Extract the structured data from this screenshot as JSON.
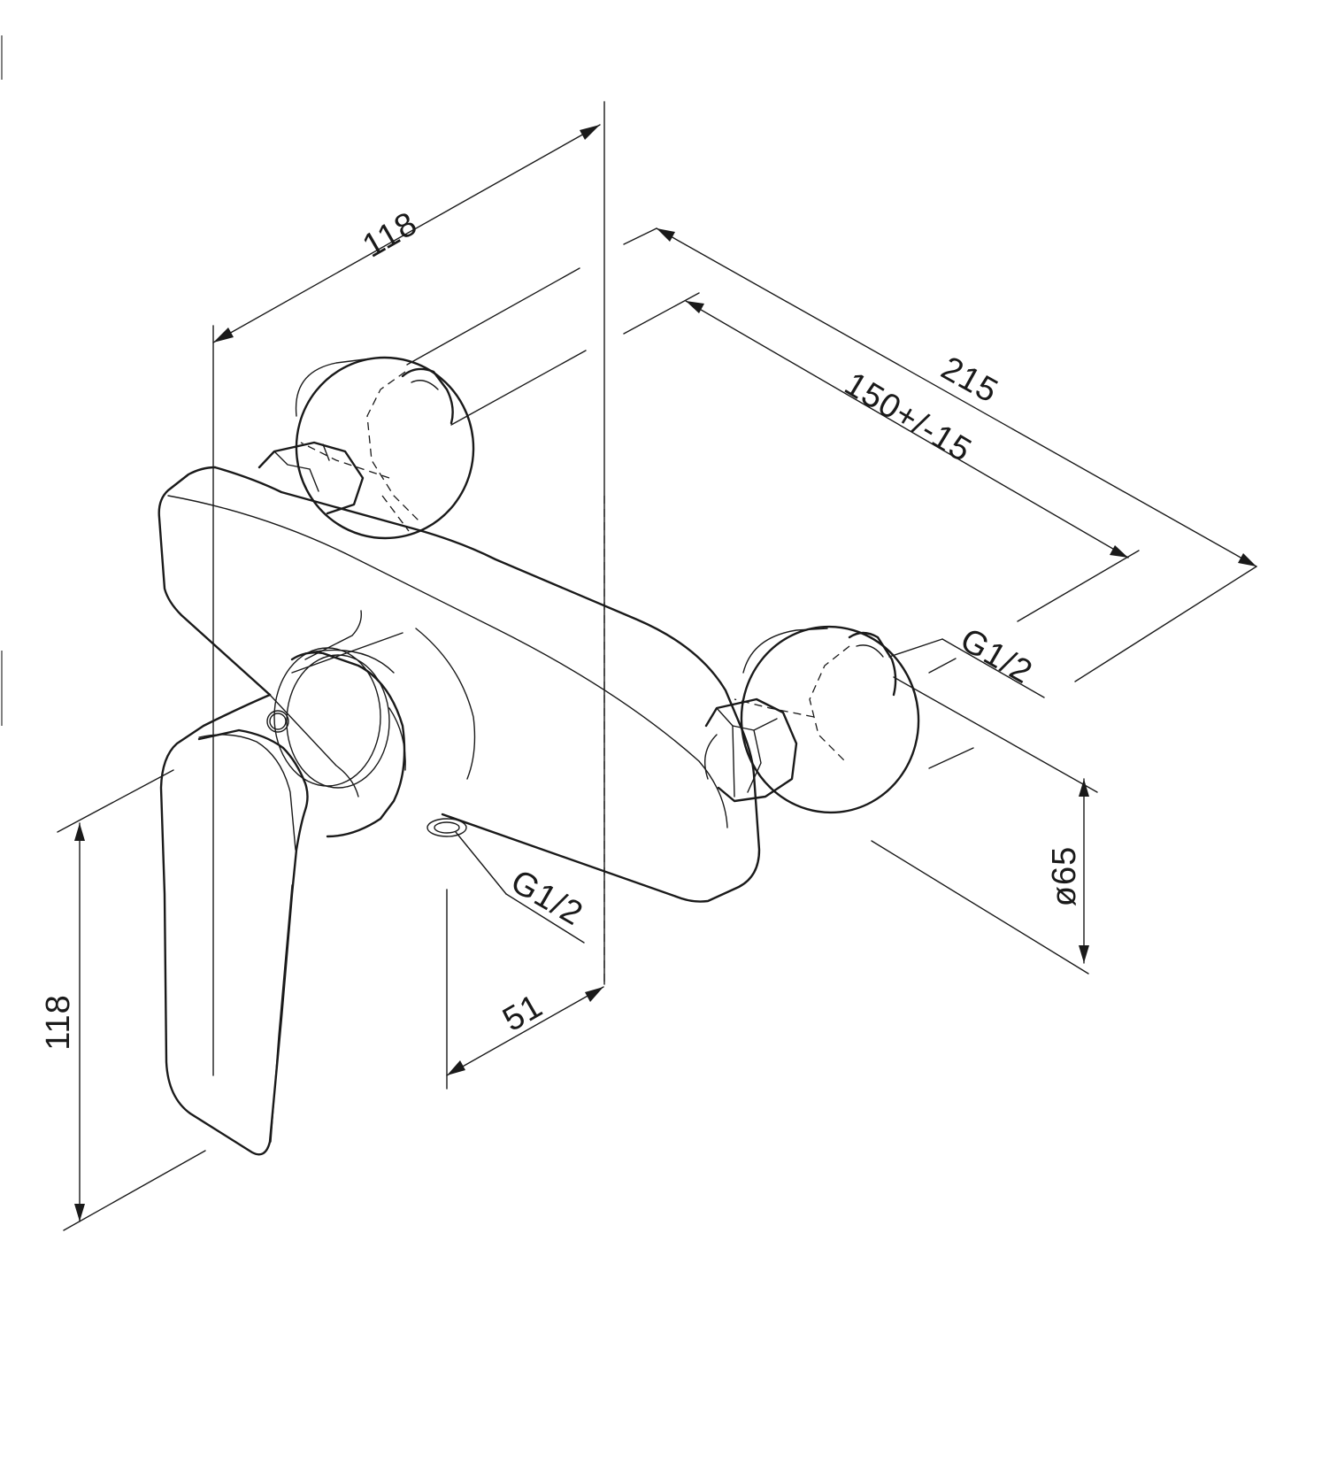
{
  "drawing": {
    "stroke_color": "#1a1a1a",
    "background": "#ffffff",
    "dimensions": {
      "width_top": "118",
      "total_length": "215",
      "center_distance": "150+/-15",
      "outlet_thread": "G1/2",
      "inlet_thread": "G1/2",
      "flange_diameter": "ø65",
      "depth": "51",
      "height": "118"
    }
  }
}
